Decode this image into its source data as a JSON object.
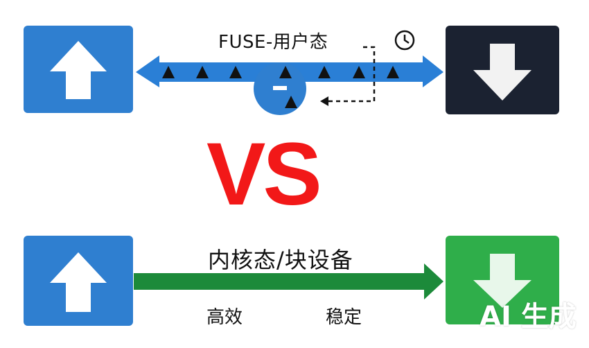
{
  "top": {
    "label": "FUSE-用户态",
    "up_box_color": "#2f7fd0",
    "down_box_color": "#1b2231",
    "arrow_color": "#2a7fd6"
  },
  "middle": {
    "vs_text": "VS",
    "vs_color": "#f21818"
  },
  "bottom": {
    "label": "内核态/块设备",
    "left_caption": "高效",
    "right_caption": "稳定",
    "up_box_color": "#2f7fd0",
    "down_box_color": "#2fae4a",
    "arrow_color": "#1c8a3a"
  },
  "watermark": "AI 生成",
  "icons": [
    "up-arrow-icon",
    "down-arrow-icon",
    "warning-icon",
    "clock-icon",
    "minus-badge-icon",
    "dashed-return-arrow-icon"
  ]
}
